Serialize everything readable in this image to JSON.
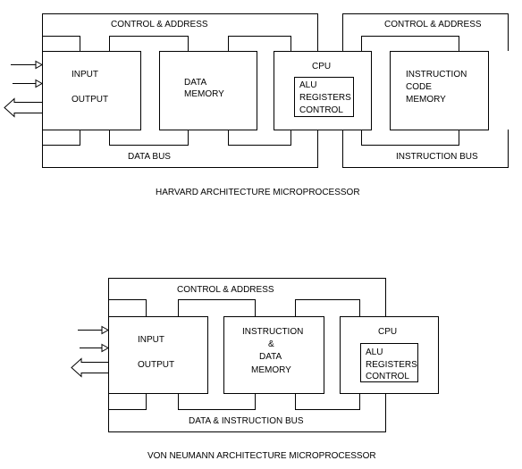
{
  "harvard": {
    "control_address_left": "CONTROL & ADDRESS",
    "control_address_right": "CONTROL & ADDRESS",
    "io": {
      "input": "INPUT",
      "output": "OUTPUT"
    },
    "data_memory": [
      "DATA",
      "MEMORY"
    ],
    "cpu": {
      "title": "CPU",
      "lines": [
        "ALU",
        "REGISTERS",
        "CONTROL"
      ]
    },
    "instruction_memory": [
      "INSTRUCTION",
      "CODE",
      "MEMORY"
    ],
    "data_bus": "DATA BUS",
    "instruction_bus": "INSTRUCTION BUS",
    "caption": "HARVARD ARCHITECTURE MICROPROCESSOR"
  },
  "von_neumann": {
    "control_address": "CONTROL & ADDRESS",
    "io": {
      "input": "INPUT",
      "output": "OUTPUT"
    },
    "memory": [
      "INSTRUCTION",
      "&",
      "DATA",
      "MEMORY"
    ],
    "cpu": {
      "title": "CPU",
      "lines": [
        "ALU",
        "REGISTERS",
        "CONTROL"
      ]
    },
    "bus": "DATA & INSTRUCTION BUS",
    "caption": "VON NEUMANN ARCHITECTURE MICROPROCESSOR"
  }
}
